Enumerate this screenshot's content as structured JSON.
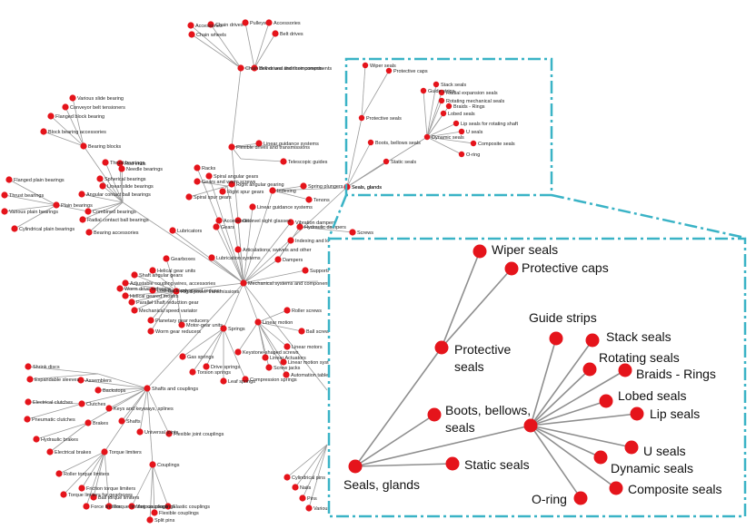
{
  "graph": {
    "overview_labels": [
      "Accessories",
      "Chain drives",
      "Pulleys",
      "Accessories",
      "Belt drives",
      "Chain wheels",
      "Chain drives and their components",
      "Belt drives and their components",
      "Various slide bearing",
      "Conveyor belt tensioners",
      "Flanged block bearing",
      "Block bearing accessories",
      "Bearing blocks",
      "Thrust bearings",
      "Needle bearings",
      "Rod ends",
      "Spherical bearings",
      "Linear slide bearings",
      "Angular contact ball bearings",
      "Combined bearings",
      "Radial contact ball bearings",
      "Bearing accessories",
      "Flanged plain bearings",
      "Thrust bearings",
      "Plain bearings",
      "Various plain bearings",
      "Cylindrical plain bearings",
      "Flexible drives and transmissions",
      "Linear guidance systems",
      "Telescopic guides",
      "Racks",
      "Spiral angular gears",
      "Gears and worm screws",
      "Right spur gears",
      "Spiral spur gears",
      "Right angular gearing",
      "Indexing",
      "Linear guidance systems",
      "Oil level sight glasses",
      "Accessories",
      "Gears",
      "Lubricators",
      "Spring plungers",
      "Tenons",
      "Seals, glands",
      "Vibration dampers",
      "Hydraulic dampers",
      "Screws",
      "Indexing and locating elements",
      "Articulations, swivels and other",
      "Dampers",
      "Lubrication systems",
      "Mechanical systems and components",
      "Supports",
      "Gearboxes",
      "Helical gear units",
      "Shaft angular gears",
      "Worm drive reducers",
      "Adjustable coupling wires, accessories",
      "Low-backlash speed reducer",
      "Helical geared motors",
      "Parallel shaft reduction gear",
      "Mechanical speed variator",
      "Planetary gear reducers",
      "Worm gear reducers",
      "Motor-gear units",
      "Rigid power transmissions",
      "Roller screws",
      "Linear motion",
      "Ball screws",
      "Springs",
      "Gas springs",
      "Drive springs",
      "Torsion springs",
      "Keystone-shaped screws",
      "Linear Actuators",
      "Linear motors",
      "Screw jacks",
      "Linear motion systems",
      "Automation tables",
      "Compression springs",
      "Leaf springs",
      "Shrink discs",
      "Expandable sleeves",
      "Assemblers",
      "Backstops",
      "Electrical clutches",
      "Clutches",
      "Keys and keyways, splines",
      "Pneumatic clutches",
      "Brakes",
      "Shafts",
      "Universal joints",
      "Shafts and couplings",
      "Flexible joint couplings",
      "Hydraulic brakes",
      "Electrical brakes",
      "Torque limiters",
      "Couplings",
      "Roller torque limiters",
      "Friction torque limiters",
      "Torque limiters for gearboxes",
      "Ball torque limiters",
      "Force limiters",
      "Torque limiting couplings",
      "Various couplings",
      "Elastic couplings",
      "Flexible couplings",
      "Split pins",
      "Cylindrical pins",
      "Nails",
      "Pins",
      "Various nuts"
    ],
    "seals_overview": [
      "Wiper seals",
      "Protective caps",
      "Protective seals",
      "Guide strips",
      "Stack seals",
      "Radial expansion seals",
      "Rotating mechanical seals",
      "Braids - Rings",
      "Lobed seals",
      "Lip seals for rotating shaft",
      "Dynamic seals",
      "U seals",
      "Composite seals",
      "O-ring",
      "Boots, bellows seals",
      "Static seals",
      "Seals, glands"
    ]
  },
  "zoom": {
    "root": "Seals, glands",
    "wiper": "Wiper seals",
    "caps": "Protective caps",
    "protective_1": "Protective",
    "protective_2": "seals",
    "guide": "Guide strips",
    "stack": "Stack seals",
    "rotating": "Rotating seals",
    "braids": "Braids - Rings",
    "lobed": "Lobed seals",
    "lip": "Lip seals",
    "boots_1": "Boots, bellows,",
    "boots_2": "seals",
    "static": "Static seals",
    "u": "U seals",
    "dynamic": "Dynamic seals",
    "composite": "Composite seals",
    "oring": "O-ring"
  },
  "colors": {
    "node": "#e5141b",
    "edge": "#9a9a9a",
    "highlight": "#3ab3c6"
  }
}
